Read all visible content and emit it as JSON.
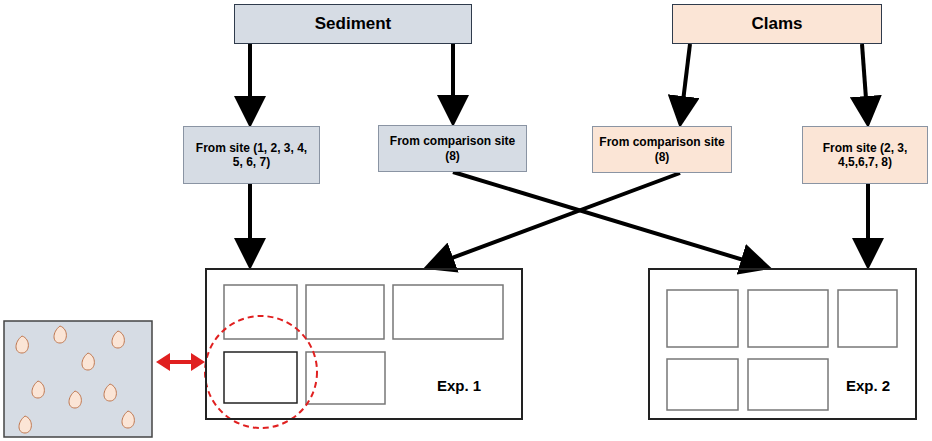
{
  "diagram": {
    "nodes": [
      {
        "text": [
          "Sediment"
        ]
      },
      {
        "text": [
          "Clams"
        ]
      },
      {
        "text": [
          "From site (1, 2, 3, 4, 5, 6, 7)"
        ]
      },
      {
        "text": [
          "From comparison site (8)"
        ]
      },
      {
        "text": [
          "From comparison site (8)"
        ]
      },
      {
        "text": [
          "From site (2, 3, 4,5,6,7, 8)"
        ]
      },
      {
        "text": [
          "Exp. 1"
        ]
      },
      {
        "text": [
          "Exp. 2"
        ]
      }
    ],
    "edges": [
      {
        "from": 0,
        "to": 2,
        "arrow": "to"
      },
      {
        "from": 0,
        "to": 3,
        "arrow": "to"
      },
      {
        "from": 1,
        "to": 4,
        "arrow": "to"
      },
      {
        "from": 1,
        "to": 5,
        "arrow": "to"
      },
      {
        "from": 2,
        "to": 6,
        "arrow": "to"
      },
      {
        "from": 3,
        "to": 7,
        "arrow": "to"
      },
      {
        "from": 4,
        "to": 6,
        "arrow": "to"
      },
      {
        "from": 5,
        "to": 7,
        "arrow": "to"
      }
    ]
  }
}
